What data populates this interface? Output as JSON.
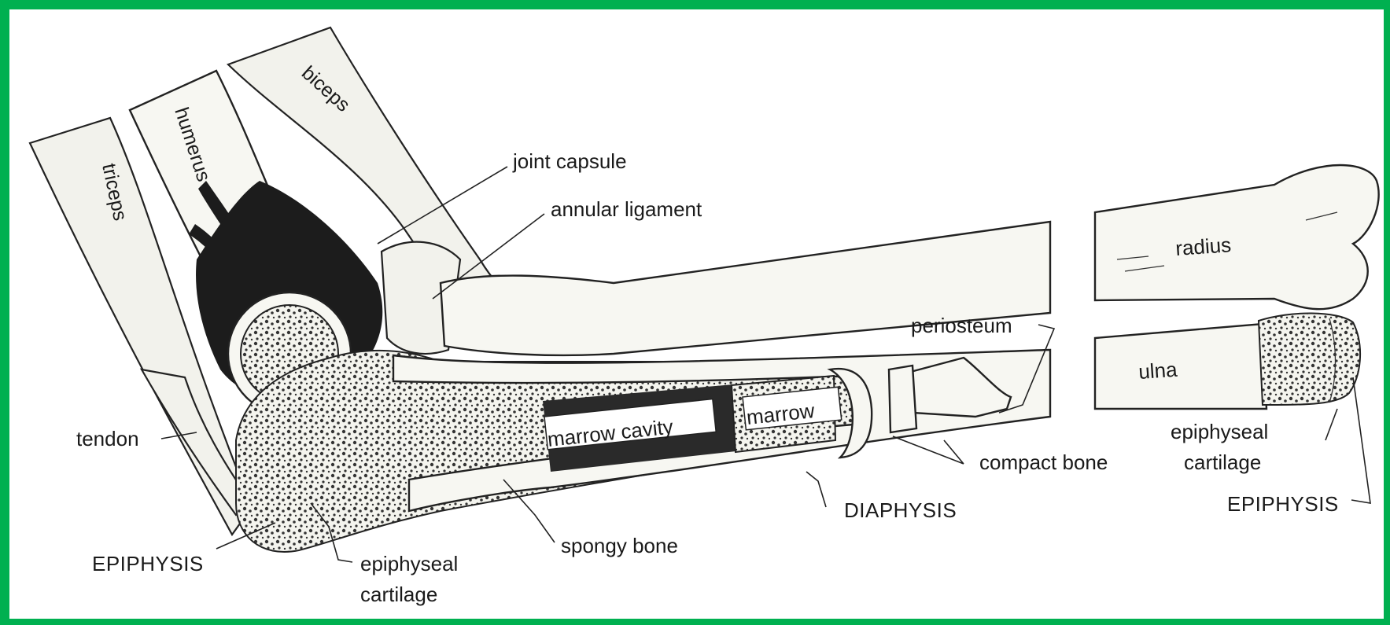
{
  "labels": {
    "triceps": "triceps",
    "humerus": "humerus",
    "biceps": "biceps",
    "joint_capsule": "joint capsule",
    "annular_ligament": "annular ligament",
    "radius": "radius",
    "periosteum": "periosteum",
    "ulna": "ulna",
    "marrow_cavity": "marrow cavity",
    "marrow": "marrow",
    "tendon": "tendon",
    "compact_bone": "compact bone",
    "epiphyseal_cartilage_right_1": "epiphyseal",
    "epiphyseal_cartilage_right_2": "cartilage",
    "epiphysis_right": "EPIPHYSIS",
    "diaphysis": "DIAPHYSIS",
    "spongy_bone": "spongy bone",
    "epiphysis_left": "EPIPHYSIS",
    "epiphyseal_cartilage_left_1": "epiphyseal",
    "epiphyseal_cartilage_left_2": "cartilage"
  },
  "colors": {
    "frame": "#00b050",
    "ink": "#1a1a1a",
    "background": "#ffffff"
  }
}
